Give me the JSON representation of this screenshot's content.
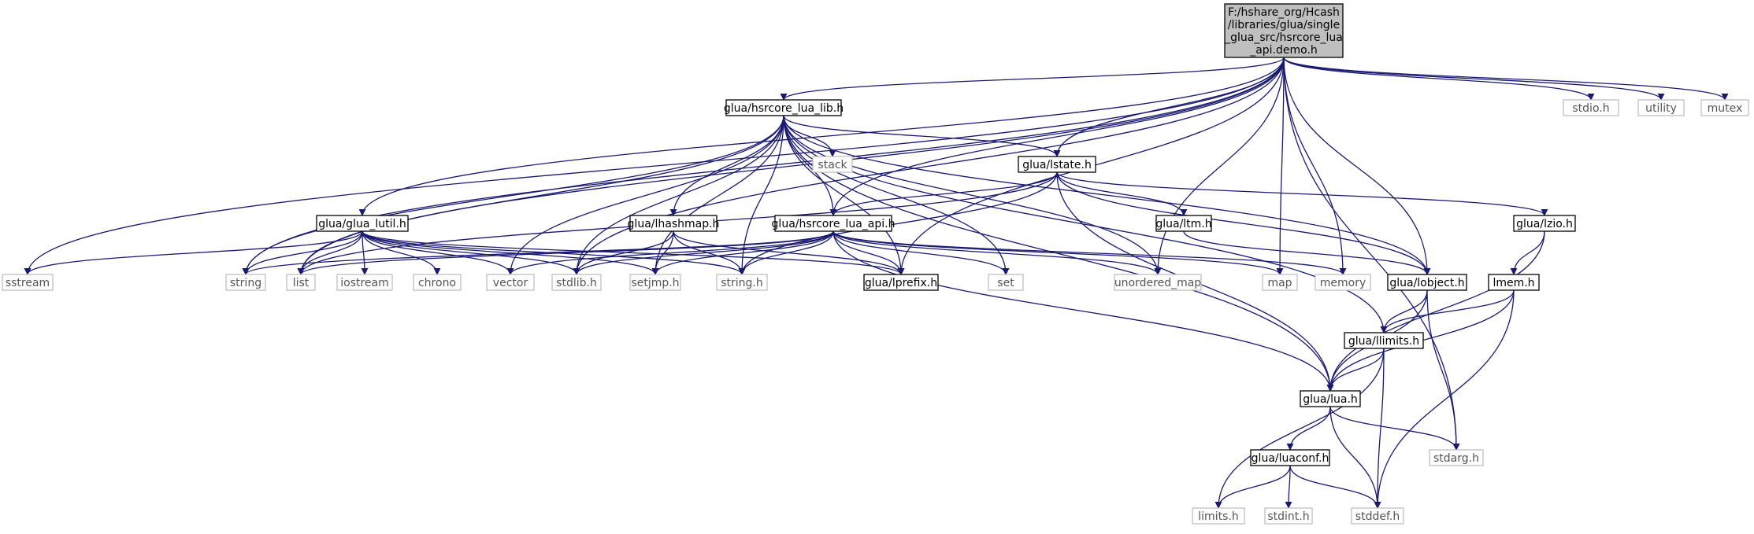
{
  "graph": {
    "nodes": [
      {
        "id": "root",
        "lines": [
          "F:/hshare_org/Hcash",
          "/libraries/glua/single",
          "_glua_src/hsrcore_lua",
          "_api.demo.h"
        ],
        "style": "root"
      },
      {
        "id": "hsrcore_lua_lib",
        "lines": [
          "glua/hsrcore_lua_lib.h"
        ],
        "style": "doc"
      },
      {
        "id": "stdio",
        "lines": [
          "stdio.h"
        ],
        "style": "sys"
      },
      {
        "id": "utility",
        "lines": [
          "utility"
        ],
        "style": "sys"
      },
      {
        "id": "mutex",
        "lines": [
          "mutex"
        ],
        "style": "sys"
      },
      {
        "id": "stack",
        "lines": [
          "stack"
        ],
        "style": "sys"
      },
      {
        "id": "lstate",
        "lines": [
          "glua/lstate.h"
        ],
        "style": "doc"
      },
      {
        "id": "glua_lutil",
        "lines": [
          "glua/glua_lutil.h"
        ],
        "style": "doc"
      },
      {
        "id": "lhashmap",
        "lines": [
          "glua/lhashmap.h"
        ],
        "style": "doc"
      },
      {
        "id": "hsrcore_lua_api",
        "lines": [
          "glua/hsrcore_lua_api.h"
        ],
        "style": "doc"
      },
      {
        "id": "ltm",
        "lines": [
          "glua/ltm.h"
        ],
        "style": "doc"
      },
      {
        "id": "lzio",
        "lines": [
          "glua/lzio.h"
        ],
        "style": "doc"
      },
      {
        "id": "sstream",
        "lines": [
          "sstream"
        ],
        "style": "sys"
      },
      {
        "id": "string",
        "lines": [
          "string"
        ],
        "style": "sys"
      },
      {
        "id": "list",
        "lines": [
          "list"
        ],
        "style": "sys"
      },
      {
        "id": "iostream",
        "lines": [
          "iostream"
        ],
        "style": "sys"
      },
      {
        "id": "chrono",
        "lines": [
          "chrono"
        ],
        "style": "sys"
      },
      {
        "id": "vector",
        "lines": [
          "vector"
        ],
        "style": "sys"
      },
      {
        "id": "stdlib",
        "lines": [
          "stdlib.h"
        ],
        "style": "sys"
      },
      {
        "id": "setjmp",
        "lines": [
          "setjmp.h"
        ],
        "style": "sys"
      },
      {
        "id": "string_h",
        "lines": [
          "string.h"
        ],
        "style": "sys"
      },
      {
        "id": "lprefix",
        "lines": [
          "glua/lprefix.h"
        ],
        "style": "doc"
      },
      {
        "id": "set",
        "lines": [
          "set"
        ],
        "style": "sys"
      },
      {
        "id": "unordered_map",
        "lines": [
          "unordered_map"
        ],
        "style": "sys"
      },
      {
        "id": "map",
        "lines": [
          "map"
        ],
        "style": "sys"
      },
      {
        "id": "memory",
        "lines": [
          "memory"
        ],
        "style": "sys"
      },
      {
        "id": "lobject",
        "lines": [
          "glua/lobject.h"
        ],
        "style": "doc"
      },
      {
        "id": "lmem",
        "lines": [
          "lmem.h"
        ],
        "style": "doc"
      },
      {
        "id": "llimits",
        "lines": [
          "glua/llimits.h"
        ],
        "style": "doc"
      },
      {
        "id": "lua",
        "lines": [
          "glua/lua.h"
        ],
        "style": "doc"
      },
      {
        "id": "luaconf",
        "lines": [
          "glua/luaconf.h"
        ],
        "style": "doc"
      },
      {
        "id": "stdarg",
        "lines": [
          "stdarg.h"
        ],
        "style": "sys"
      },
      {
        "id": "limits",
        "lines": [
          "limits.h"
        ],
        "style": "sys"
      },
      {
        "id": "stdint",
        "lines": [
          "stdint.h"
        ],
        "style": "sys"
      },
      {
        "id": "stddef",
        "lines": [
          "stddef.h"
        ],
        "style": "sys"
      }
    ],
    "edges": [
      [
        "root",
        "hsrcore_lua_lib"
      ],
      [
        "root",
        "stdio"
      ],
      [
        "root",
        "utility"
      ],
      [
        "root",
        "mutex"
      ],
      [
        "root",
        "sstream"
      ],
      [
        "root",
        "string"
      ],
      [
        "root",
        "list"
      ],
      [
        "root",
        "glua_lutil"
      ],
      [
        "root",
        "stdlib"
      ],
      [
        "root",
        "lstate"
      ],
      [
        "root",
        "hsrcore_lua_api"
      ],
      [
        "root",
        "lprefix"
      ],
      [
        "root",
        "unordered_map"
      ],
      [
        "root",
        "map"
      ],
      [
        "root",
        "memory"
      ],
      [
        "root",
        "lobject"
      ],
      [
        "root",
        "stdarg"
      ],
      [
        "hsrcore_lua_lib",
        "stack"
      ],
      [
        "hsrcore_lua_lib",
        "lstate"
      ],
      [
        "hsrcore_lua_lib",
        "lhashmap"
      ],
      [
        "hsrcore_lua_lib",
        "hsrcore_lua_api"
      ],
      [
        "hsrcore_lua_lib",
        "string"
      ],
      [
        "hsrcore_lua_lib",
        "list"
      ],
      [
        "hsrcore_lua_lib",
        "vector"
      ],
      [
        "hsrcore_lua_lib",
        "stdlib"
      ],
      [
        "hsrcore_lua_lib",
        "setjmp"
      ],
      [
        "hsrcore_lua_lib",
        "string_h"
      ],
      [
        "hsrcore_lua_lib",
        "lprefix"
      ],
      [
        "hsrcore_lua_lib",
        "set"
      ],
      [
        "hsrcore_lua_lib",
        "unordered_map"
      ],
      [
        "hsrcore_lua_lib",
        "lobject"
      ],
      [
        "hsrcore_lua_lib",
        "llimits"
      ],
      [
        "hsrcore_lua_lib",
        "lua"
      ],
      [
        "lstate",
        "list"
      ],
      [
        "lstate",
        "hsrcore_lua_api"
      ],
      [
        "lstate",
        "ltm"
      ],
      [
        "lstate",
        "lzio"
      ],
      [
        "lstate",
        "lobject"
      ],
      [
        "lstate",
        "lua"
      ],
      [
        "lstate",
        "string_h"
      ],
      [
        "glua_lutil",
        "sstream"
      ],
      [
        "glua_lutil",
        "string"
      ],
      [
        "glua_lutil",
        "list"
      ],
      [
        "glua_lutil",
        "iostream"
      ],
      [
        "glua_lutil",
        "chrono"
      ],
      [
        "glua_lutil",
        "vector"
      ],
      [
        "glua_lutil",
        "stdlib"
      ],
      [
        "glua_lutil",
        "setjmp"
      ],
      [
        "glua_lutil",
        "string_h"
      ],
      [
        "glua_lutil",
        "lprefix"
      ],
      [
        "lhashmap",
        "stdlib"
      ],
      [
        "lhashmap",
        "setjmp"
      ],
      [
        "lhashmap",
        "string_h"
      ],
      [
        "lhashmap",
        "lprefix"
      ],
      [
        "hsrcore_lua_api",
        "string"
      ],
      [
        "hsrcore_lua_api",
        "list"
      ],
      [
        "hsrcore_lua_api",
        "vector"
      ],
      [
        "hsrcore_lua_api",
        "stdlib"
      ],
      [
        "hsrcore_lua_api",
        "setjmp"
      ],
      [
        "hsrcore_lua_api",
        "string_h"
      ],
      [
        "hsrcore_lua_api",
        "lprefix"
      ],
      [
        "hsrcore_lua_api",
        "set"
      ],
      [
        "hsrcore_lua_api",
        "unordered_map"
      ],
      [
        "hsrcore_lua_api",
        "map"
      ],
      [
        "hsrcore_lua_api",
        "memory"
      ],
      [
        "hsrcore_lua_api",
        "lua"
      ],
      [
        "ltm",
        "lobject"
      ],
      [
        "lzio",
        "lmem"
      ],
      [
        "lzio",
        "lua"
      ],
      [
        "lobject",
        "llimits"
      ],
      [
        "lobject",
        "lua"
      ],
      [
        "lobject",
        "stdarg"
      ],
      [
        "lmem",
        "llimits"
      ],
      [
        "lmem",
        "lua"
      ],
      [
        "lmem",
        "stddef"
      ],
      [
        "llimits",
        "lua"
      ],
      [
        "llimits",
        "limits"
      ],
      [
        "llimits",
        "stddef"
      ],
      [
        "lua",
        "luaconf"
      ],
      [
        "lua",
        "stdarg"
      ],
      [
        "lua",
        "stddef"
      ],
      [
        "luaconf",
        "limits"
      ],
      [
        "luaconf",
        "stdint"
      ],
      [
        "luaconf",
        "stddef"
      ]
    ]
  },
  "colors": {
    "edge": "#191970",
    "root_fill": "#bfbfbf",
    "doc_border": "#000000",
    "sys_border": "#bfbfbf",
    "sys_text": "#555555"
  }
}
